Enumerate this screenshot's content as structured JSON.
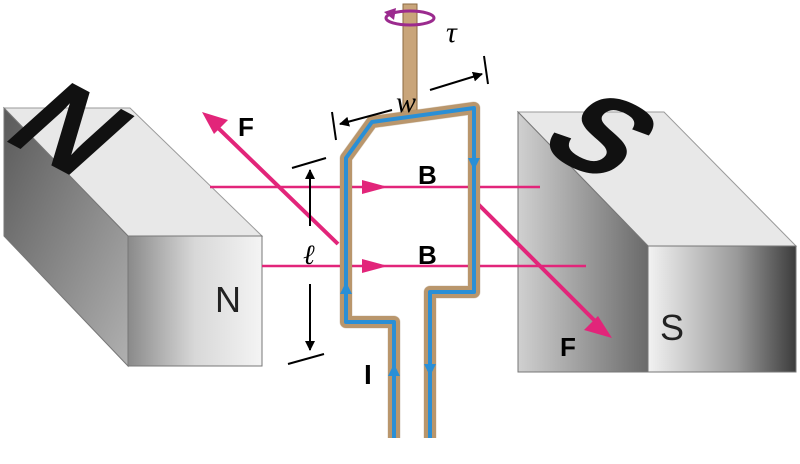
{
  "labels": {
    "north_face_big": "N",
    "north_face_small": "N",
    "south_face_big": "S",
    "south_face_small": "S",
    "force_top": "F",
    "force_bottom": "F",
    "field_top": "B",
    "field_bottom": "B",
    "width": "w",
    "length": "ℓ",
    "torque": "τ",
    "current": "I"
  },
  "colors": {
    "field_line": "#e2257a",
    "force_arrow": "#e2257a",
    "wire_outer": "#c9a57a",
    "wire_inner": "#2a8fd6",
    "torque_arrow": "#9b2a8e",
    "magnet_dark": "#4a4a4a",
    "magnet_light": "#e6e6e6"
  }
}
